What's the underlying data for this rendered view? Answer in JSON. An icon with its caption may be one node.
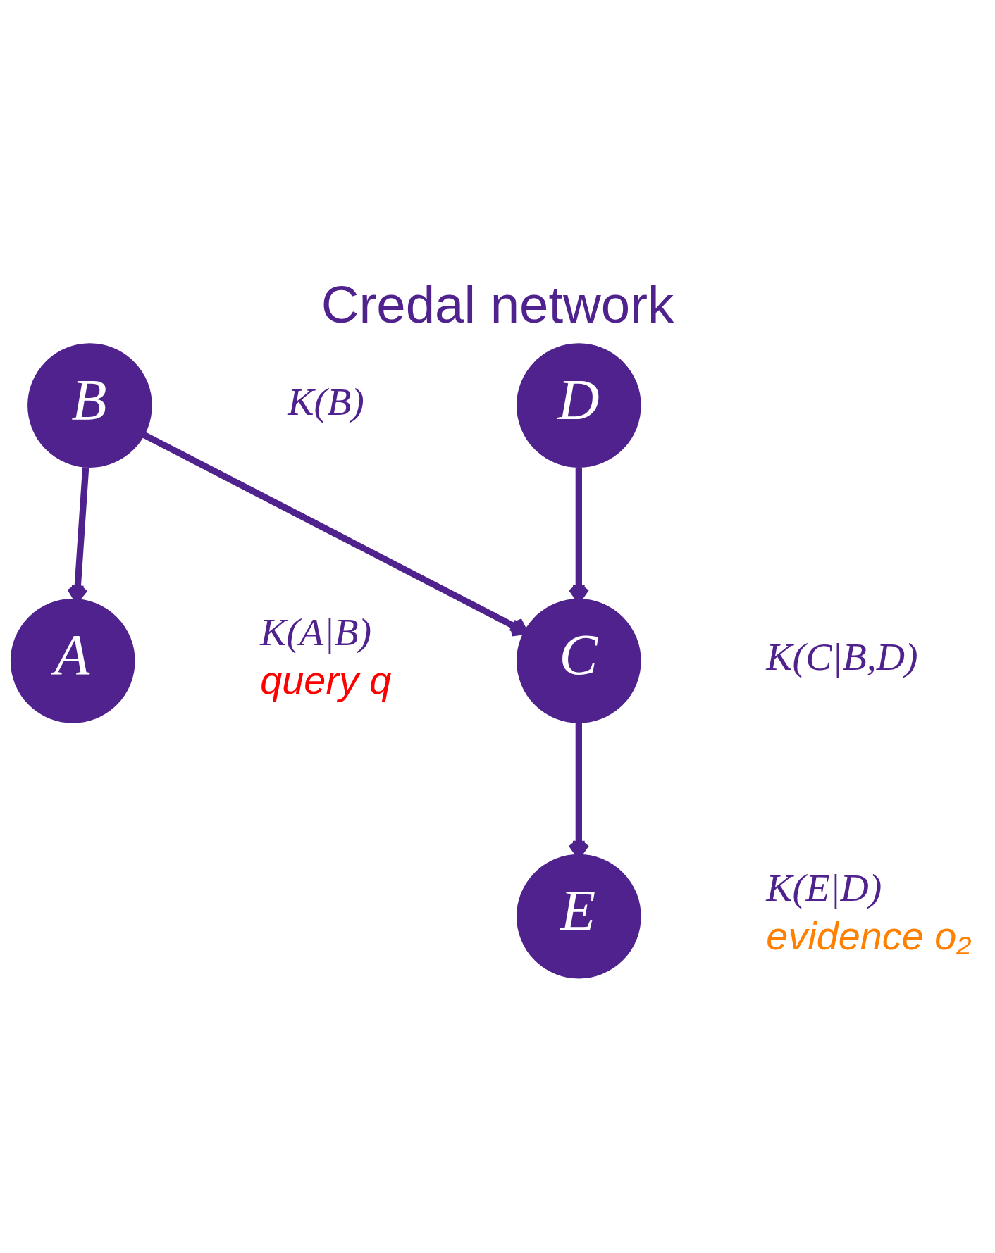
{
  "diagram": {
    "title": "Credal network",
    "nodes": [
      {
        "text": [
          "B"
        ],
        "beside": [
          "K(B)"
        ]
      },
      {
        "text": [
          "D"
        ]
      },
      {
        "text": [
          "A"
        ],
        "beside": [
          "K(A|B)",
          "query q"
        ]
      },
      {
        "text": [
          "C"
        ],
        "beside": [
          "K(C|B,D)"
        ]
      },
      {
        "text": [
          "E"
        ],
        "beside": [
          "K(E|D)",
          "evidence o₂"
        ]
      }
    ],
    "edges": [
      {
        "from": 0,
        "to": 2,
        "arrow": "to"
      },
      {
        "from": 0,
        "to": 3,
        "arrow": "to"
      },
      {
        "from": 1,
        "to": 3,
        "arrow": "to"
      },
      {
        "from": 3,
        "to": 4,
        "arrow": "to"
      }
    ]
  }
}
